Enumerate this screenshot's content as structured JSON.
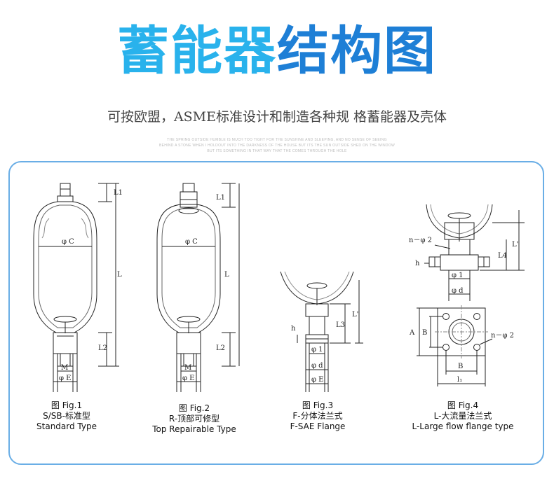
{
  "header": {
    "title_part1": "蓄能器",
    "title_part2": "结构图",
    "subtitle": "可按欧盟，ASME标准设计和制造各种规 格蓄能器及壳体",
    "fine_print": [
      "THE SPRING OUTSIDE HUMBLE IS MUCH TOO TIGHT FOR THE SUNSHINE AND SLEEPING, AND NO SENSE OF SEEING",
      "BEHIND A STONE WHEN I HOLDOUT INTO THE DARKNESS OF THE HOUSE BUT ITS THE SUN OUTSIDE SHED ON THE WINDOW",
      "BUT ITS SOMETHING IN THAT WAY THAT THE COMES THROUGH THE HOLE"
    ]
  },
  "figures": [
    {
      "fig_label": "图 Fig.1",
      "cn_name": "S/SB-标准型",
      "en_name": "Standard Type",
      "dims": {
        "l1": "L1",
        "l": "L",
        "l2": "L2",
        "c": "φ C",
        "m": "M",
        "e": "φ E"
      }
    },
    {
      "fig_label": "图 Fig.2",
      "cn_name": "R-顶部可修型",
      "en_name": "Top Repairable Type",
      "dims": {
        "l1": "L1",
        "l": "L",
        "l2": "L2",
        "c": "φ C",
        "m": "M",
        "e": "φ E"
      }
    },
    {
      "fig_label": "图 Fig.3",
      "cn_name": "F-分体法兰式",
      "en_name": "F-SAE Flange",
      "dims": {
        "h": "h",
        "l3": "L3",
        "lp": "L'",
        "d1": "φ 1",
        "d": "φ d",
        "e": "φ E"
      }
    },
    {
      "fig_label": "图 Fig.4",
      "cn_name": "L-大流量法兰式",
      "en_name": "L-Large flow flange type",
      "dims": {
        "n2": "n－φ 2",
        "h": "h",
        "l4": "L4",
        "lp": "L'",
        "d1": "φ 1",
        "d": "φ d",
        "a": "A",
        "b": "B",
        "b2": "B",
        "n2b": "n－φ 2",
        "l1": "l₁"
      }
    }
  ],
  "colors": {
    "title_light": "#29b2ec",
    "title_dark": "#1e7fd6",
    "panel_border": "#6aaee6"
  }
}
